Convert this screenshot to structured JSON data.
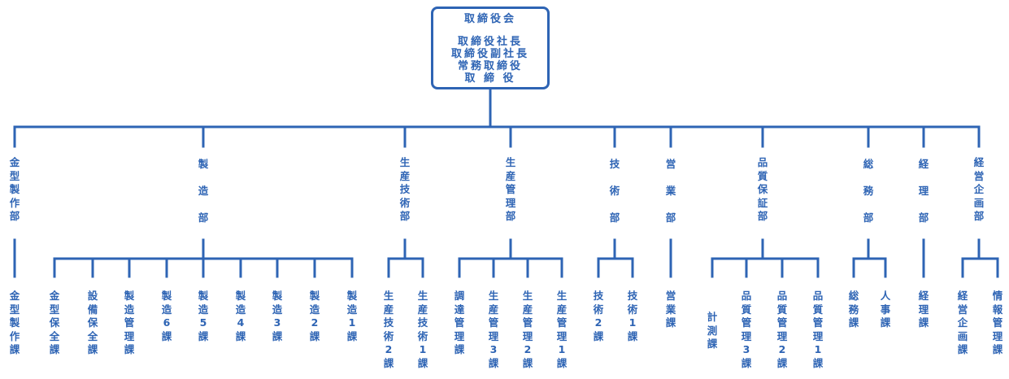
{
  "board": {
    "title": "取締役会",
    "members": [
      "取締役社長",
      "取締役副社長",
      "常務取締役",
      "取 締 役"
    ]
  },
  "departments": [
    {
      "name": "金型製作部",
      "sections": [
        "金型製作課"
      ]
    },
    {
      "name": "製造部",
      "sections": [
        "金型保全課",
        "設備保全課",
        "製造管理課",
        "製造6課",
        "製造5課",
        "製造4課",
        "製造3課",
        "製造2課",
        "製造1課"
      ]
    },
    {
      "name": "生産技術部",
      "sections": [
        "生産技術2課",
        "生産技術1課"
      ]
    },
    {
      "name": "生産管理部",
      "sections": [
        "調達管理課",
        "生産管理3課",
        "生産管理2課",
        "生産管理1課"
      ]
    },
    {
      "name": "技術部",
      "sections": [
        "技術2課",
        "技術1課"
      ]
    },
    {
      "name": "営業部",
      "sections": [
        "営業課"
      ]
    },
    {
      "name": "品質保証部",
      "sections": [
        "計測課",
        "品質管理3課",
        "品質管理2課",
        "品質管理1課"
      ]
    },
    {
      "name": "総務部",
      "sections": [
        "総務課",
        "人事課"
      ]
    },
    {
      "name": "経理部",
      "sections": [
        "経理課"
      ]
    },
    {
      "name": "経営企画部",
      "sections": [
        "経営企画課",
        "情報管理課"
      ]
    }
  ],
  "colors": {
    "line": "#2E64B4",
    "text": "#2E64B4"
  }
}
